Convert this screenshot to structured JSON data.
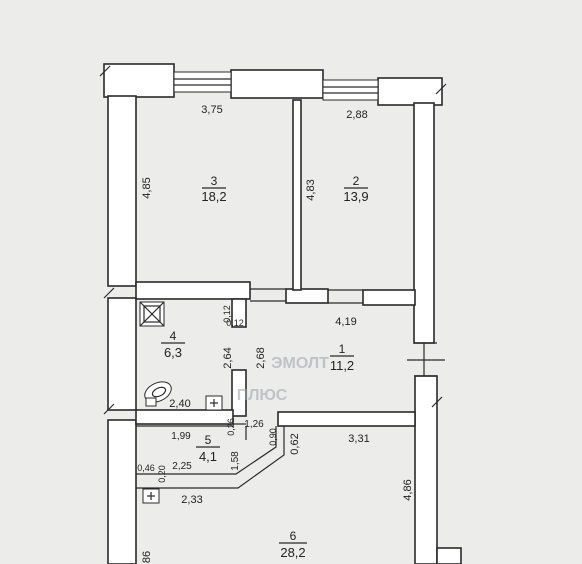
{
  "rooms": [
    {
      "number": "1",
      "area": "11,2"
    },
    {
      "number": "2",
      "area": "13,9"
    },
    {
      "number": "3",
      "area": "18,2"
    },
    {
      "number": "4",
      "area": "6,3"
    },
    {
      "number": "5",
      "area": "4,1"
    },
    {
      "number": "6",
      "area": "28,2"
    }
  ],
  "dimensions": {
    "d_3_75": "3,75",
    "d_2_88": "2,88",
    "d_4_85": "4,85",
    "d_4_83": "4,83",
    "d_4_19": "4,19",
    "d_0_12a": "0,12",
    "d_0_12b": "0,12",
    "d_2_64": "2,64",
    "d_2_68": "2,68",
    "d_2_40": "2,40",
    "d_1_99": "1,99",
    "d_0_26": "0,26",
    "d_1_26": "1,26",
    "d_0_90": "0,90",
    "d_0_62": "0,62",
    "d_3_31": "3,31",
    "d_0_46": "0,46",
    "d_0_20": "0,20",
    "d_2_25": "2,25",
    "d_1_58": "1,58",
    "d_2_33": "2,33",
    "d_4_86": "4,86",
    "d_bottom_left": "86"
  },
  "watermark": {
    "line1": "ЭМОЛТ",
    "line2": "ПЛЮС"
  }
}
